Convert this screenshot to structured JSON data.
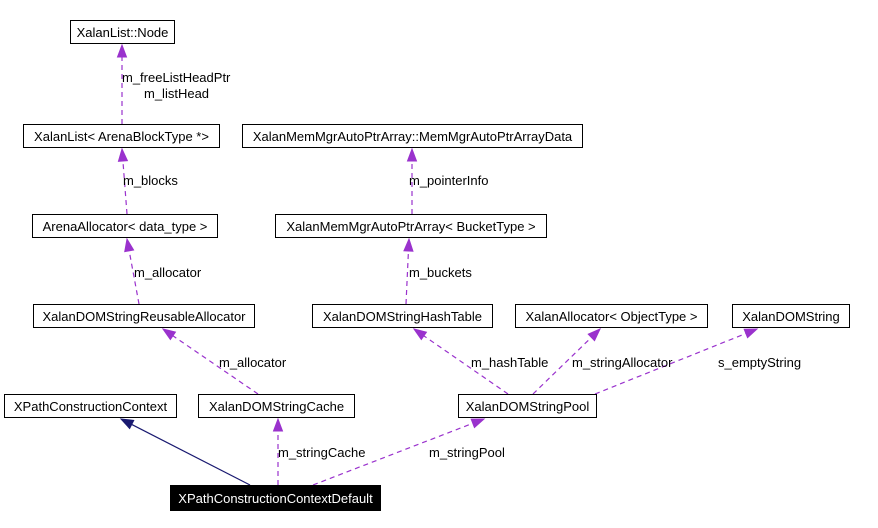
{
  "colors": {
    "background": "#ffffff",
    "node_border": "#000000",
    "node_bg": "#ffffff",
    "node_text": "#000000",
    "focus_bg": "#000000",
    "focus_text": "#ffffff",
    "usage_edge": "#9a32cd",
    "inheritance_edge": "#191970"
  },
  "nodes": {
    "xalanlist_node": "XalanList::Node",
    "xalanlist_arenablocktype": "XalanList< ArenaBlockType *>",
    "memmgrautoptrarraydata": "XalanMemMgrAutoPtrArray::MemMgrAutoPtrArrayData",
    "arenaallocator": "ArenaAllocator< data_type >",
    "memmgrautoptrarray": "XalanMemMgrAutoPtrArray< BucketType >",
    "reusableallocator": "XalanDOMStringReusableAllocator",
    "hashtable": "XalanDOMStringHashTable",
    "xalanallocator": "XalanAllocator< ObjectType >",
    "xalandomstring": "XalanDOMString",
    "xpathconstructioncontext": "XPathConstructionContext",
    "stringcache": "XalanDOMStringCache",
    "stringpool": "XalanDOMStringPool",
    "xpathconstructioncontextdefault": "XPathConstructionContextDefault"
  },
  "edge_labels": {
    "free_list_head_ptr": "m_freeListHeadPtr",
    "list_head": "m_listHead",
    "blocks": "m_blocks",
    "pointer_info": "m_pointerInfo",
    "allocator_arena": "m_allocator",
    "buckets": "m_buckets",
    "allocator_cache": "m_allocator",
    "hash_table": "m_hashTable",
    "string_allocator": "m_stringAllocator",
    "empty_string": "s_emptyString",
    "string_cache": "m_stringCache",
    "string_pool": "m_stringPool"
  }
}
